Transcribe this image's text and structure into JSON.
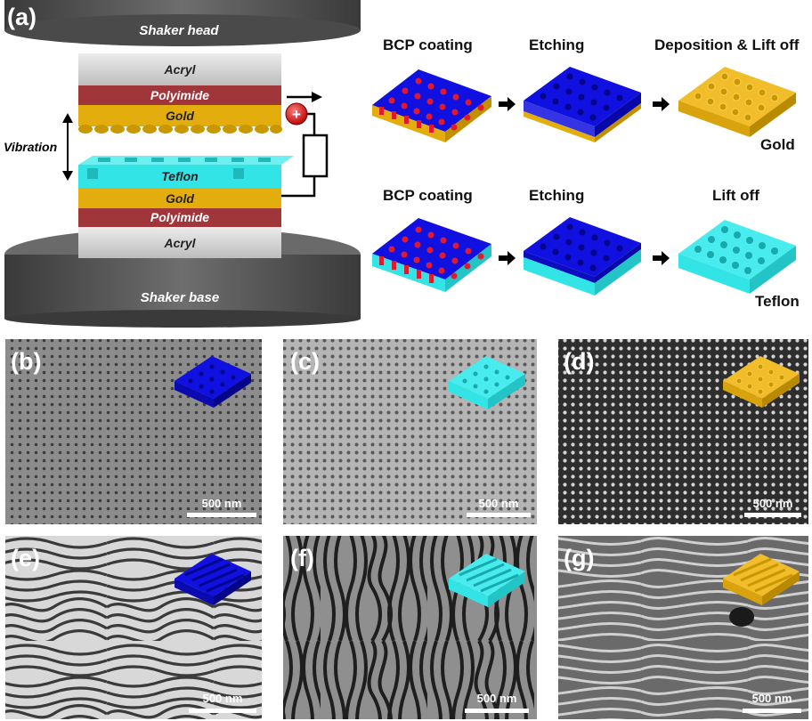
{
  "panel_a": {
    "label": "(a)",
    "shaker_head": "Shaker head",
    "shaker_base": "Shaker base",
    "vibration": "Vibration",
    "top_stack": [
      "Acryl",
      "Polyimide",
      "Gold"
    ],
    "bottom_stack": [
      "Teflon",
      "Gold",
      "Polyimide",
      "Acryl"
    ],
    "plus_sign": "+"
  },
  "process": {
    "gold_row": {
      "steps": [
        "BCP coating",
        "Etching",
        "Deposition & Lift off"
      ],
      "result": "Gold"
    },
    "teflon_row": {
      "steps": [
        "BCP coating",
        "Etching",
        "Lift off"
      ],
      "result": "Teflon"
    }
  },
  "sem_panels": [
    {
      "label": "(b)",
      "scale": "500  nm",
      "pattern": "dots",
      "tone": "gray",
      "inset": "blue-holes"
    },
    {
      "label": "(c)",
      "scale": "500 nm",
      "pattern": "dots",
      "tone": "light",
      "inset": "cyan-holes"
    },
    {
      "label": "(d)",
      "scale": "500 nm",
      "pattern": "dots",
      "tone": "dark",
      "inset": "gold-pillars"
    },
    {
      "label": "(e)",
      "scale": "500 nm",
      "pattern": "lines",
      "tone": "light",
      "inset": "blue-lines"
    },
    {
      "label": "(f)",
      "scale": "500 nm",
      "pattern": "lines",
      "tone": "mid",
      "inset": "cyan-lines"
    },
    {
      "label": "(g)",
      "scale": "500 nm",
      "pattern": "lines",
      "tone": "gray",
      "inset": "gold-lines"
    }
  ],
  "colors": {
    "blue": "#1010e0",
    "cyan": "#33e4e6",
    "gold": "#e3ad0e",
    "red": "#e01a2e",
    "polyimide": "#a0363a",
    "acryl": "#d0d0d0",
    "shaker": "#5a5a5a"
  }
}
